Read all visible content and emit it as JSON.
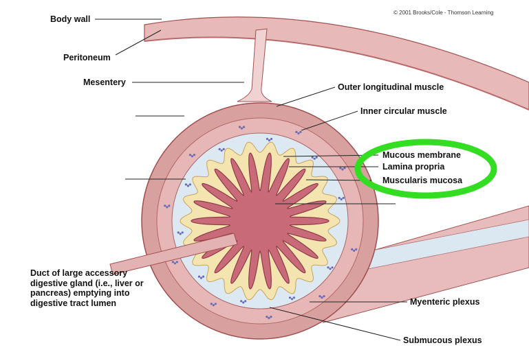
{
  "copyright": "© 2001 Brooks/Cole - Thomson Learning",
  "labels": {
    "body_wall": "Body wall",
    "peritoneum": "Peritoneum",
    "mesentery": "Mesentery",
    "outer_longitudinal_muscle": "Outer longitudinal muscle",
    "inner_circular_muscle": "Inner circular muscle",
    "mucous_membrane": "Mucous membrane",
    "lamina_propria": "Lamina propria",
    "muscularis_mucosa": "Muscularis mucosa",
    "duct": "Duct of large accessory digestive gland (i.e., liver or pancreas) emptying into digestive tract lumen",
    "myenteric_plexus": "Myenteric plexus",
    "submucous_plexus": "Submucous plexus"
  },
  "colors": {
    "highlight_ellipse": "#33dd22",
    "tissue": "#d89a9a",
    "submucosa": "#dde9f2",
    "mucosa": "#c86a78",
    "lamina": "#f4e4b0",
    "nerve": "#6b6bb5"
  }
}
